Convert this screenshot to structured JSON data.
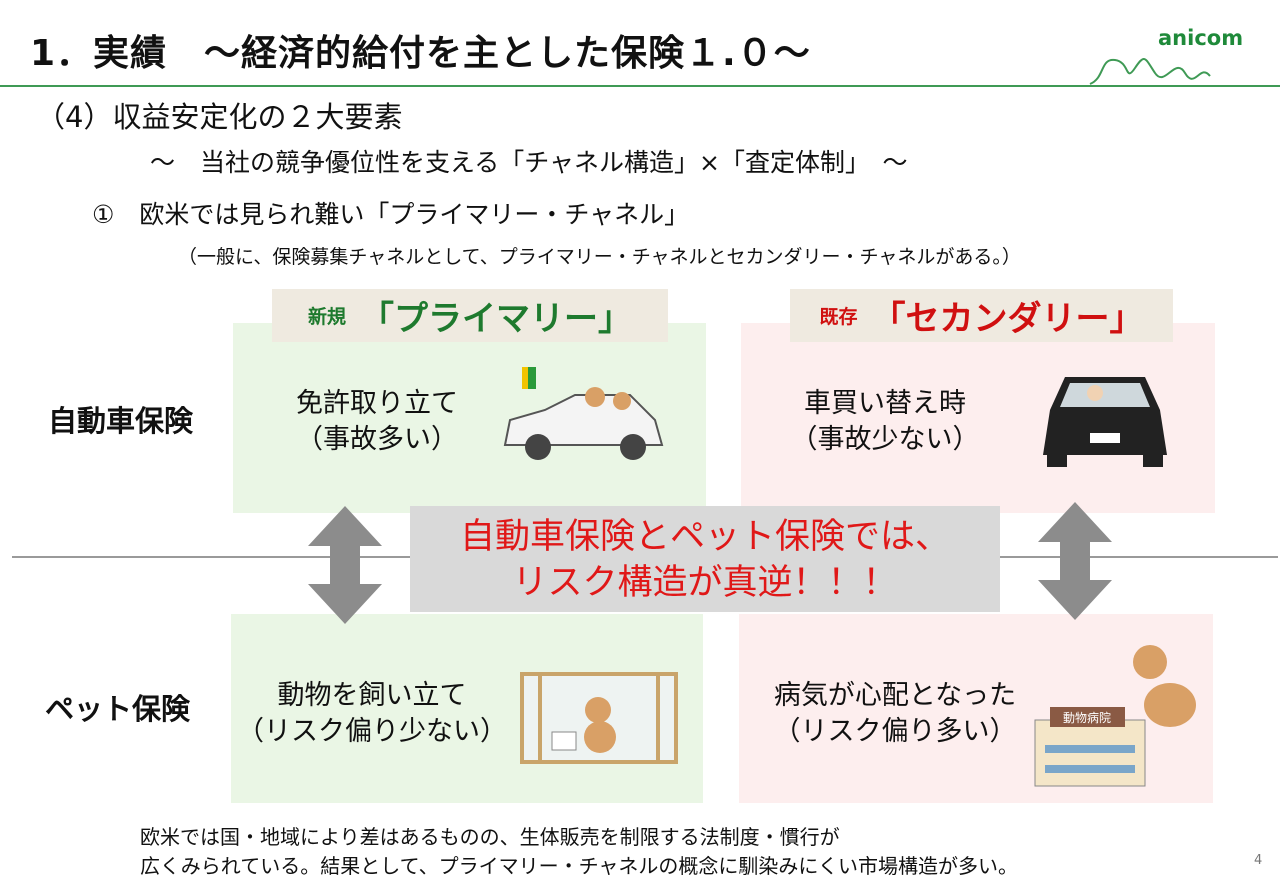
{
  "header": {
    "title": "1．実績　～経済的給付を主とした保険１.０～",
    "logo": "anicom"
  },
  "section": {
    "heading": "（4）収益安定化の２大要素",
    "subtitle": "～　当社の競争優位性を支える「チャネル構造」×「査定体制」　～",
    "point1": "①　欧米では見られ難い「プライマリー・チャネル」",
    "note": "（一般に、保険募集チャネルとして、プライマリー・チャネルとセカンダリー・チャネルがある。）"
  },
  "columns": {
    "primary": {
      "tag": "新規",
      "label": "「プライマリー」",
      "color": "#1e7a2e"
    },
    "secondary": {
      "tag": "既存",
      "label": "「セカンダリー」",
      "color": "#d01010"
    }
  },
  "rows": {
    "auto": "自動車保険",
    "pet": "ペット保険"
  },
  "cells": {
    "auto_primary": [
      "免許取り立て",
      "（事故多い）"
    ],
    "auto_secondary": [
      "車買い替え時",
      "（事故少ない）"
    ],
    "pet_primary": [
      "動物を飼い立て",
      "（リスク偏り少ない）"
    ],
    "pet_secondary": [
      "病気が心配となった",
      "（リスク偏り多い）"
    ]
  },
  "center": [
    "自動車保険とペット保険では、",
    "リスク構造が真逆！！！"
  ],
  "hospital_sign": "動物病院",
  "footer": [
    "欧米では国・地域により差はあるものの、生体販売を制限する法制度・慣行が",
    "広くみられている。結果として、プライマリー・チャネルの概念に馴染みにくい市場構造が多い。"
  ],
  "page_number": "4"
}
